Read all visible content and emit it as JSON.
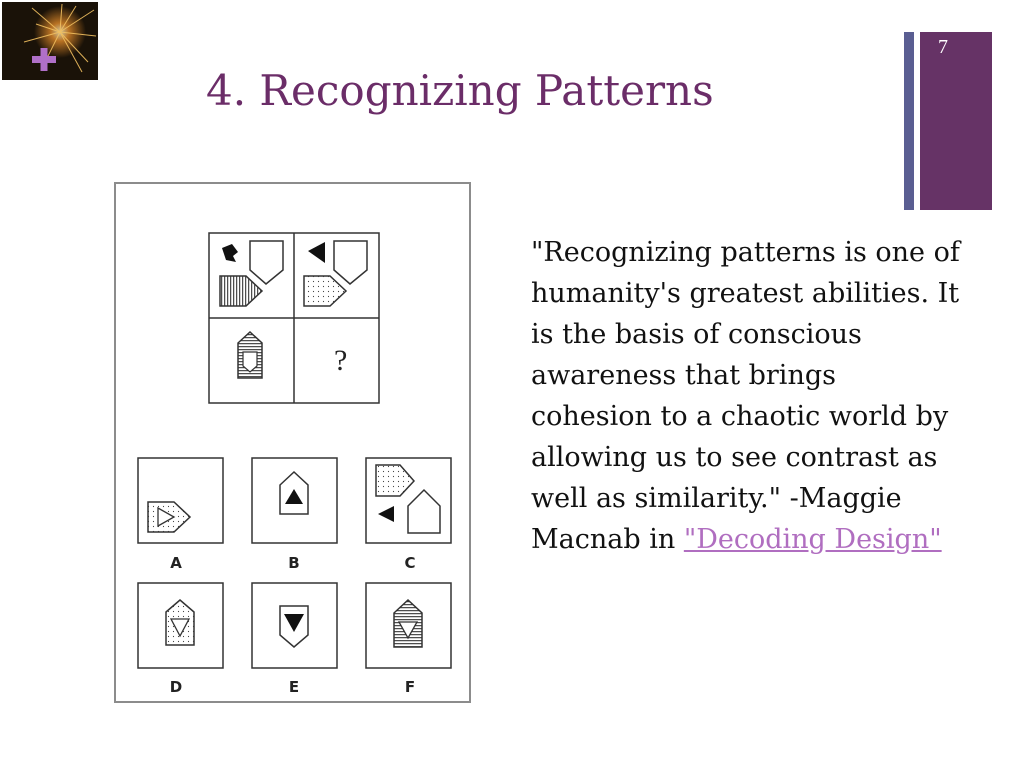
{
  "slide": {
    "title": "4. Recognizing Patterns",
    "page_number": "7",
    "quote_text": "\"Recognizing patterns is one of humanity's greatest abilities. It is the basis of conscious awareness that brings cohesion to a chaotic world by allowing us to see contrast as well as similarity.\" -Maggie Macnab in ",
    "quote_link": "\"Decoding Design\""
  },
  "puzzle": {
    "question_mark": "?",
    "option_labels": [
      "A",
      "B",
      "C",
      "D",
      "E",
      "F"
    ]
  },
  "colors": {
    "accent_purple": "#663366",
    "accent_blue": "#5a5e92",
    "title_color": "#6b2d68",
    "link_color": "#b06ec0"
  },
  "icons": [
    "fireworks-logo-icon",
    "plus-icon"
  ]
}
